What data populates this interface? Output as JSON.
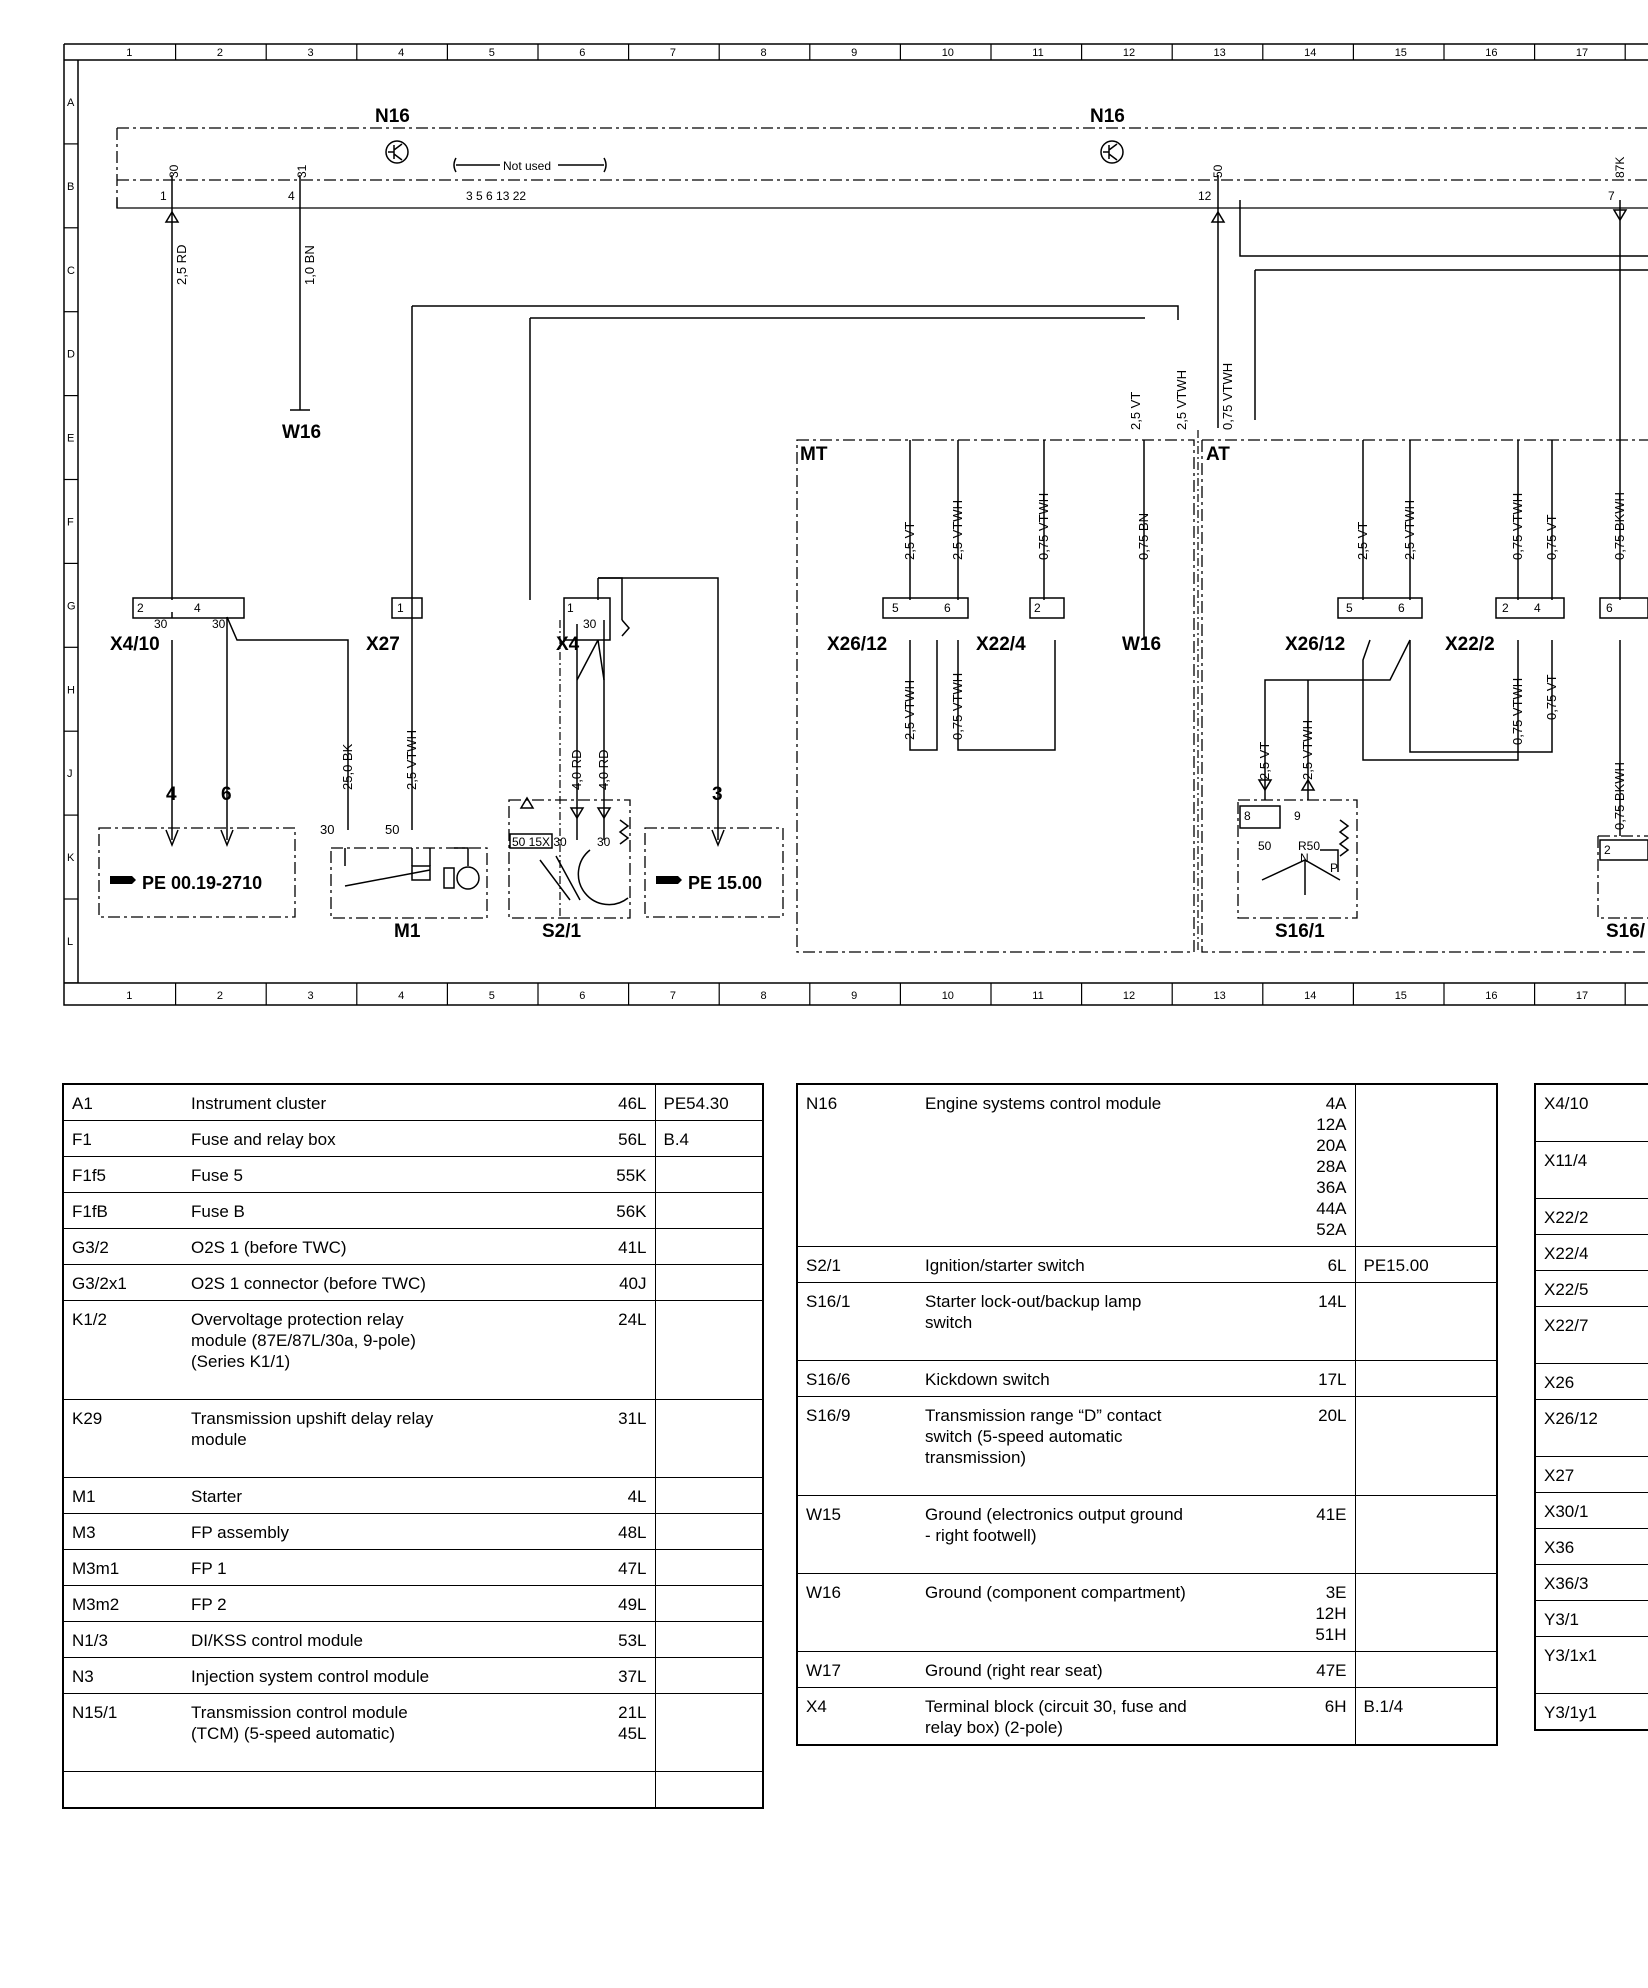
{
  "diagram": {
    "column_numbers": [
      "1",
      "2",
      "3",
      "4",
      "5",
      "6",
      "7",
      "8",
      "9",
      "10",
      "11",
      "12",
      "13",
      "14",
      "15",
      "16",
      "17"
    ],
    "row_letters": [
      "A",
      "B",
      "C",
      "D",
      "E",
      "F",
      "G",
      "H",
      "J",
      "K",
      "L"
    ],
    "components": {
      "n16_left": "N16",
      "n16_right": "N16",
      "not_used": "Not used",
      "w16_top": "W16",
      "w16_mt": "W16",
      "x4_10": "X4/10",
      "x27": "X27",
      "x4": "X4",
      "m1": "M1",
      "s2_1": "S2/1",
      "x26_12_mt": "X26/12",
      "x22_4": "X22/4",
      "x26_12_at": "X26/12",
      "x22_2": "X22/2",
      "s16_1": "S16/1",
      "s16_cut": "S16/",
      "mt": "MT",
      "at": "AT",
      "ref1": "PE 00.19-2710",
      "ref2": "PE 15.00"
    },
    "pins": {
      "p30": "30",
      "p31": "31",
      "p50": "50",
      "p87k": "87K",
      "p1": "1",
      "p4": "4",
      "p12": "12",
      "p7": "7",
      "nu_list": "3  5  6  13  22",
      "x4_10_2": "2",
      "x4_10_4": "4",
      "x4_10_30a": "30",
      "x4_10_30b": "30",
      "arrow4": "4",
      "arrow6": "6",
      "arrow3": "3",
      "m1_30": "30",
      "m1_50": "50",
      "x27_1": "1",
      "x4_1": "1",
      "x4_30": "30",
      "s21_pins": "50 15X 30",
      "s21_30": "30",
      "mt_5": "5",
      "mt_6": "6",
      "mt_x22_2": "2",
      "at_5": "5",
      "at_6": "6",
      "at_2": "2",
      "at_4": "4",
      "at_6b": "6",
      "s161_8": "8",
      "s161_9": "9",
      "s161_50": "50",
      "s161_r50": "R50",
      "s161_n": "N",
      "s161_p": "P",
      "s16_2": "2"
    },
    "wires": {
      "w1": "2,5 RD",
      "w2": "1,0 BN",
      "w3": "2,5 VT",
      "w4": "2,5 VTWH",
      "w5": "0,75 VTWH",
      "w6": "25,0 BK",
      "w7": "2,5 VTWH",
      "w8": "4,0 RD",
      "w9": "4,0 RD",
      "mt1": "2,5 VT",
      "mt2": "2,5 VTWH",
      "mt3": "0,75 VTWH",
      "mt4": "0,75 BN",
      "mt5": "2,5 VTWH",
      "mt6": "0,75 VTWH",
      "at1": "2,5 VT",
      "at2": "2,5 VTWH",
      "at3": "0,75 VTWH",
      "at4": "0,75 VT",
      "at5": "0,75 BKWH",
      "at6": "0,75 VTWH",
      "at7": "0,75 VT",
      "at8": "0,75 BKWH",
      "at9": "2,5 VT",
      "at10": "2,5 VTWH"
    }
  },
  "legend": {
    "table1": [
      {
        "ref": "A1",
        "desc": [
          "Instrument cluster"
        ],
        "loc": [
          "46L"
        ],
        "code": "PE54.30"
      },
      {
        "ref": "F1",
        "desc": [
          "Fuse and relay box"
        ],
        "loc": [
          "56L"
        ],
        "code": "B.4"
      },
      {
        "ref": "F1f5",
        "desc": [
          "Fuse 5"
        ],
        "loc": [
          "55K"
        ],
        "code": ""
      },
      {
        "ref": "F1fB",
        "desc": [
          "Fuse B"
        ],
        "loc": [
          "56K"
        ],
        "code": ""
      },
      {
        "ref": "G3/2",
        "desc": [
          "O2S 1 (before TWC)"
        ],
        "loc": [
          "41L"
        ],
        "code": ""
      },
      {
        "ref": "G3/2x1",
        "desc": [
          "O2S 1 connector (before TWC)"
        ],
        "loc": [
          "40J"
        ],
        "code": ""
      },
      {
        "ref": "K1/2",
        "desc": [
          "Overvoltage protection relay",
          "module (87E/87L/30a, 9-pole)",
          "(Series K1/1)"
        ],
        "loc": [
          "24L"
        ],
        "code": "",
        "extra": true
      },
      {
        "ref": "K29",
        "desc": [
          "Transmission upshift delay relay",
          "module"
        ],
        "loc": [
          "31L"
        ],
        "code": "",
        "extra": true
      },
      {
        "ref": "M1",
        "desc": [
          "Starter"
        ],
        "loc": [
          "4L"
        ],
        "code": ""
      },
      {
        "ref": "M3",
        "desc": [
          "FP assembly"
        ],
        "loc": [
          "48L"
        ],
        "code": ""
      },
      {
        "ref": "M3m1",
        "desc": [
          "FP 1"
        ],
        "loc": [
          "47L"
        ],
        "code": ""
      },
      {
        "ref": "M3m2",
        "desc": [
          "FP 2"
        ],
        "loc": [
          "49L"
        ],
        "code": ""
      },
      {
        "ref": "N1/3",
        "desc": [
          "DI/KSS control module"
        ],
        "loc": [
          "53L"
        ],
        "code": ""
      },
      {
        "ref": "N3",
        "desc": [
          "Injection system control module"
        ],
        "loc": [
          "37L"
        ],
        "code": ""
      },
      {
        "ref": "N15/1",
        "desc": [
          "Transmission control module",
          "(TCM) (5-speed automatic)"
        ],
        "loc": [
          "21L",
          "45L"
        ],
        "code": "",
        "extra": true
      },
      {
        "ref": "",
        "desc": [
          ""
        ],
        "loc": [
          ""
        ],
        "code": ""
      }
    ],
    "table2": [
      {
        "ref": "N16",
        "desc": [
          "Engine systems control module"
        ],
        "loc": [
          "4A",
          "12A",
          "20A",
          "28A",
          "36A",
          "44A",
          "52A"
        ],
        "code": ""
      },
      {
        "ref": "S2/1",
        "desc": [
          "Ignition/starter switch"
        ],
        "loc": [
          "6L"
        ],
        "code": "PE15.00"
      },
      {
        "ref": "S16/1",
        "desc": [
          "Starter lock-out/backup lamp",
          "switch"
        ],
        "loc": [
          "14L"
        ],
        "code": "",
        "extra": true
      },
      {
        "ref": "S16/6",
        "desc": [
          "Kickdown switch"
        ],
        "loc": [
          "17L"
        ],
        "code": ""
      },
      {
        "ref": "S16/9",
        "desc": [
          "Transmission range “D” contact",
          "switch (5-speed automatic",
          "transmission)"
        ],
        "loc": [
          "20L"
        ],
        "code": "",
        "extra": true
      },
      {
        "ref": "W15",
        "desc": [
          "Ground (electronics output ground",
          "- right footwell)"
        ],
        "loc": [
          "41E"
        ],
        "code": "",
        "extra": true
      },
      {
        "ref": "W16",
        "desc": [
          "Ground (component compartment)"
        ],
        "loc": [
          "3E",
          "12H",
          "51H"
        ],
        "code": "",
        "extra": true
      },
      {
        "ref": "W17",
        "desc": [
          "Ground (right rear seat)"
        ],
        "loc": [
          "47E"
        ],
        "code": ""
      },
      {
        "ref": "X4",
        "desc": [
          "Terminal block (circuit 30, fuse and",
          "relay box) (2-pole)"
        ],
        "loc": [
          "6H"
        ],
        "code": "B.1/4"
      }
    ],
    "table3": [
      {
        "ref": "X4/10",
        "extra": true
      },
      {
        "ref": "X11/4",
        "extra": true
      },
      {
        "ref": "X22/2"
      },
      {
        "ref": "X22/4"
      },
      {
        "ref": "X22/5"
      },
      {
        "ref": "X22/7",
        "extra": true
      },
      {
        "ref": "X26"
      },
      {
        "ref": "X26/12",
        "extra": true
      },
      {
        "ref": "X27"
      },
      {
        "ref": "X30/1"
      },
      {
        "ref": "X36"
      },
      {
        "ref": "X36/3"
      },
      {
        "ref": "Y3/1"
      },
      {
        "ref": "Y3/1x1",
        "extra": true
      },
      {
        "ref": "Y3/1y1"
      }
    ]
  }
}
